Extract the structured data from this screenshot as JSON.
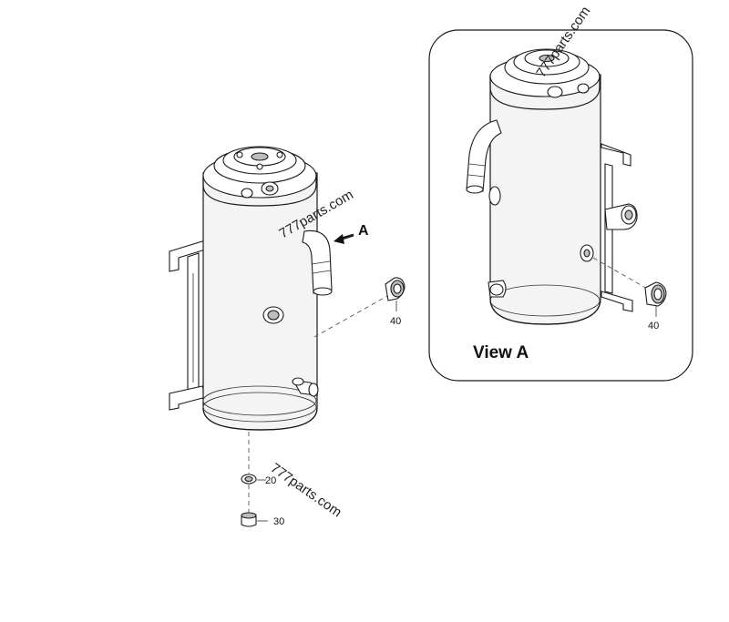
{
  "callouts": {
    "part_20": "20",
    "part_30": "30",
    "part_40_main": "40",
    "part_40_view": "40"
  },
  "view_arrow_label": "A",
  "view_panel_title": "View A",
  "watermarks": [
    "777parts.com",
    "777parts.com",
    "777parts.com"
  ]
}
